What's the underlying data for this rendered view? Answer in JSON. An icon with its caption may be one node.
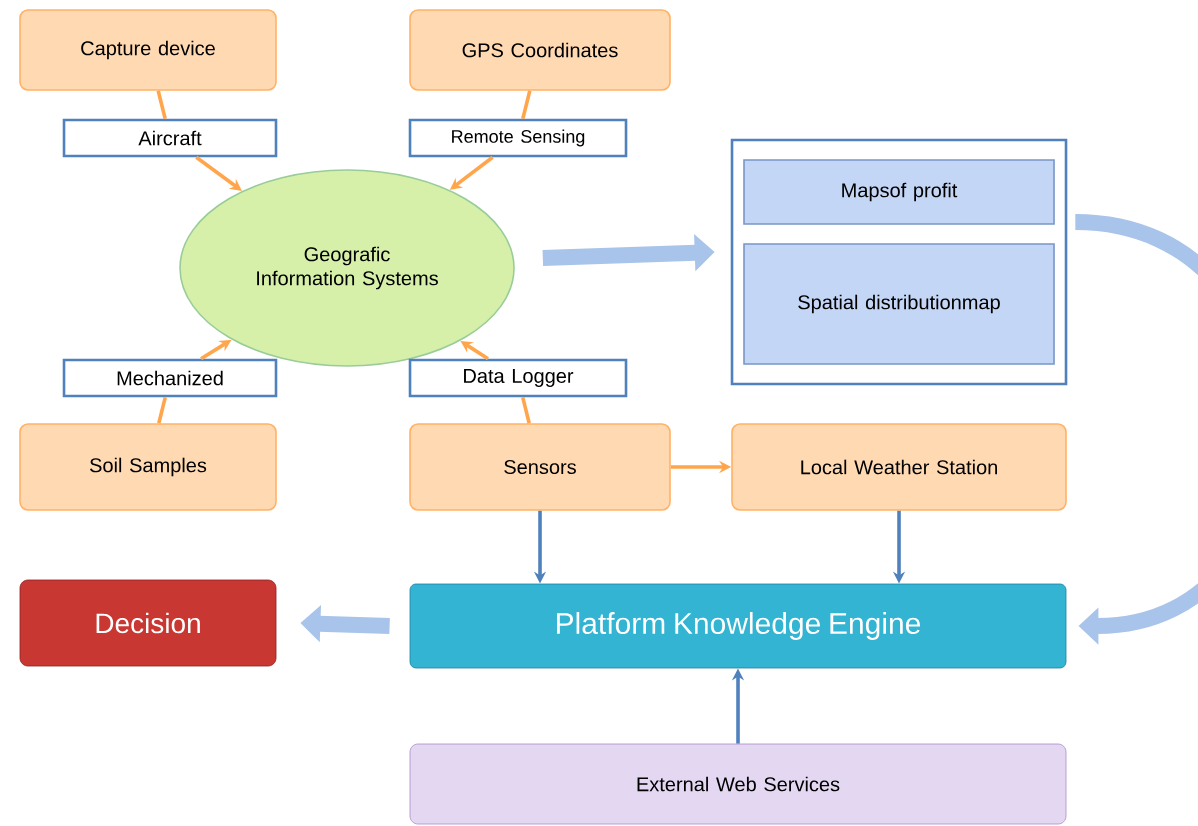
{
  "diagram": {
    "nodes": [
      {
        "text": [
          "Capture device"
        ]
      },
      {
        "text": [
          "Aircraft"
        ]
      },
      {
        "text": [
          "GPS Coordinates"
        ]
      },
      {
        "text": [
          "Remote Sensing"
        ]
      },
      {
        "text": [
          "Geografic Information Systems"
        ]
      },
      {
        "text": [],
        "shape": "box"
      },
      {
        "text": [
          "Mapsof profit"
        ],
        "in": 5
      },
      {
        "text": [
          "Spatial distributionmap"
        ],
        "in": 5
      },
      {
        "text": [
          "Mechanized"
        ]
      },
      {
        "text": [
          "Soil Samples"
        ]
      },
      {
        "text": [
          "Data Logger"
        ]
      },
      {
        "text": [
          "Sensors"
        ]
      },
      {
        "text": [
          "Local Weather Station"
        ]
      },
      {
        "text": [
          "Decision"
        ]
      },
      {
        "text": [
          "Platform Knowledge Engine"
        ]
      },
      {
        "text": [
          "External Web Services"
        ]
      }
    ],
    "edges": [
      {
        "from": 0,
        "to": 1,
        "arrow": "none"
      },
      {
        "from": 1,
        "to": 4,
        "arrow": "to"
      },
      {
        "from": 2,
        "to": 3,
        "arrow": "none"
      },
      {
        "from": 3,
        "to": 4,
        "arrow": "to"
      },
      {
        "from": 9,
        "to": 8,
        "arrow": "none"
      },
      {
        "from": 8,
        "to": 4,
        "arrow": "to"
      },
      {
        "from": 11,
        "to": 10,
        "arrow": "none"
      },
      {
        "from": 10,
        "to": 4,
        "arrow": "to"
      },
      {
        "from": 4,
        "to": 5,
        "arrow": "to",
        "style": "thick",
        "color": "#a9c4eb"
      },
      {
        "from": 11,
        "to": 12,
        "arrow": "to"
      },
      {
        "from": 11,
        "to": 14,
        "arrow": "to",
        "color": "#4f81bd"
      },
      {
        "from": 12,
        "to": 14,
        "arrow": "to",
        "color": "#4f81bd"
      },
      {
        "from": 5,
        "to": 14,
        "arrow": "to",
        "style": "thick",
        "color": "#a9c4eb"
      },
      {
        "from": 14,
        "to": 13,
        "arrow": "to",
        "style": "thick",
        "color": "#a9c4eb"
      },
      {
        "from": 15,
        "to": 14,
        "arrow": "to",
        "color": "#4f81bd"
      }
    ]
  }
}
